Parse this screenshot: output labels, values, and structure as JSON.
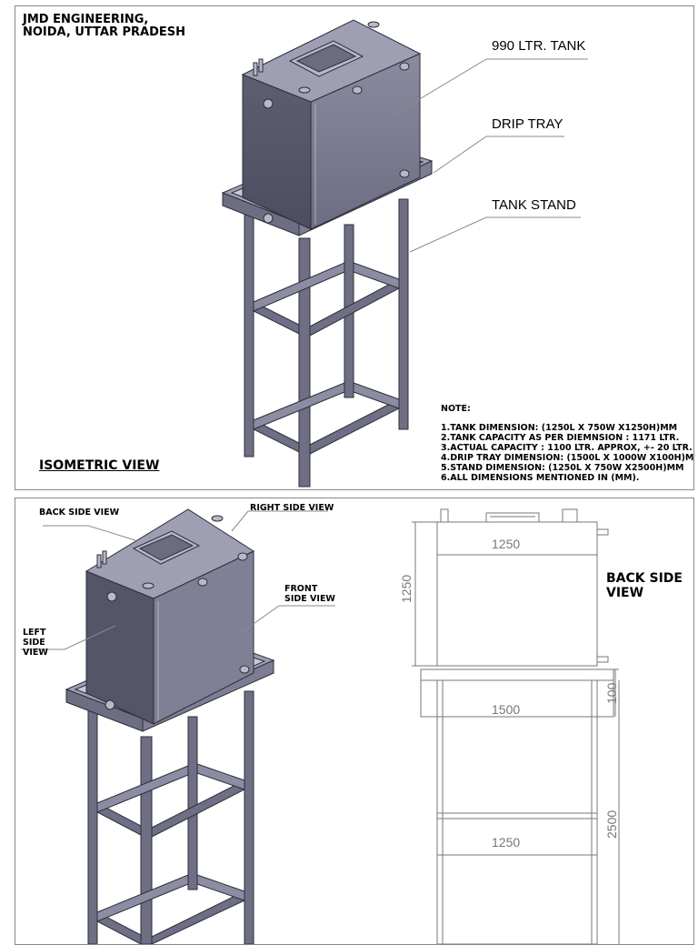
{
  "sheet1": {
    "company_line1": "JMD ENGINEERING,",
    "company_line2": "NOIDA, UTTAR PRADESH",
    "callouts": {
      "tank": "990 LTR. TANK",
      "drip_tray": "DRIP TRAY",
      "tank_stand": "TANK STAND"
    },
    "view_title": "ISOMETRIC VIEW",
    "note": {
      "heading": "NOTE:",
      "lines": [
        "1.TANK DIMENSION: (1250L X 750W X1250H)MM",
        "2.TANK CAPACITY AS PER DIEMNSION : 1171 LTR.",
        "3.ACTUAL CAPACITY : 1100 LTR. APPROX, +- 20 LTR.",
        "4.DRIP TRAY DIMENSION: (1500L X 1000W X100H)MM",
        "5.STAND DIMENSION: (1250L X 750W X2500H)MM",
        "6.ALL DIMENSIONS MENTIONED IN (MM)."
      ]
    }
  },
  "sheet2": {
    "labels": {
      "back_side": "BACK SIDE VIEW",
      "right_side": "RIGHT SIDE VIEW",
      "front_side": "FRONT SIDE VIEW",
      "left_side": "LEFT SIDE VIEW"
    },
    "back_view_title_line1": "BACK SIDE",
    "back_view_title_line2": "VIEW",
    "dimensions": {
      "tank_width": "1250",
      "tank_height": "1250",
      "tray_width": "1500",
      "tray_height": "100",
      "stand_height": "2500",
      "stand_width": "1250"
    }
  },
  "colors": {
    "metal_dark": "#5e5f70",
    "metal_mid": "#7d7e92",
    "metal_light": "#a2a3b6",
    "leader": "#8a8a8a",
    "dimension": "#888888"
  }
}
